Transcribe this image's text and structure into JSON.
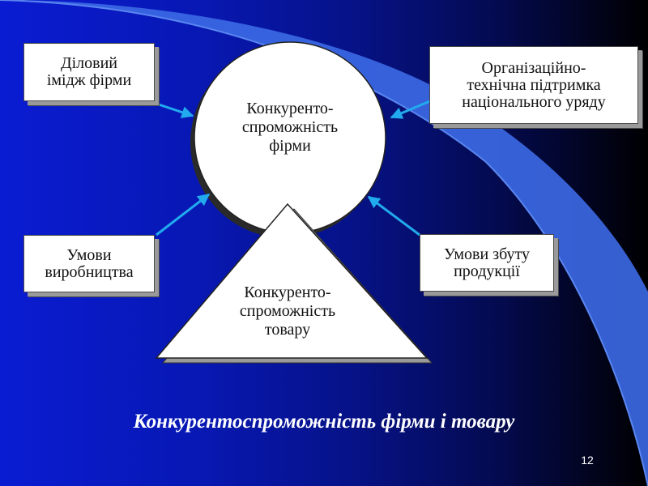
{
  "boxes": {
    "top_left": "Діловий\nімідж фірми",
    "top_right": "Організаційно-\nтехнічна підтримка\nнаціонального уряду",
    "bottom_left": "Умови\nвиробництва",
    "bottom_right": "Умови збуту\nпродукції"
  },
  "circle_label": "Конкуренто-\nспроможність\nфірми",
  "triangle_label": "Конкуренто-\nспроможність\nтовару",
  "caption": "Конкурентоспроможність фірми і товару",
  "page_number": "12",
  "colors": {
    "background_left": "#0a1cd2",
    "background_right": "#000000",
    "arrow": "#22aaee",
    "swoosh": "#3c6ae6",
    "shape_fill": "#ffffff"
  }
}
